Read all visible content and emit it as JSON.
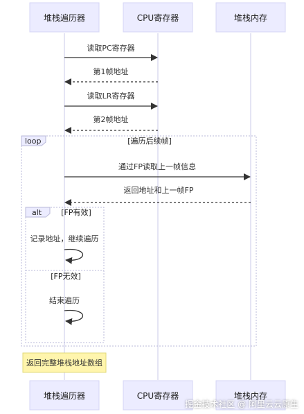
{
  "participants": [
    {
      "id": "walker",
      "label": "堆栈遍历器"
    },
    {
      "id": "cpu",
      "label": "CPU寄存器"
    },
    {
      "id": "mem",
      "label": "堆栈内存"
    }
  ],
  "messages": [
    {
      "label": "读取PC寄存器",
      "from": "walker",
      "to": "cpu",
      "style": "solid"
    },
    {
      "label": "第1帧地址",
      "from": "cpu",
      "to": "walker",
      "style": "dashed"
    },
    {
      "label": "读取LR寄存器",
      "from": "walker",
      "to": "cpu",
      "style": "solid"
    },
    {
      "label": "第2帧地址",
      "from": "cpu",
      "to": "walker",
      "style": "dashed"
    },
    {
      "label": "通过FP读取上一帧信息",
      "from": "walker",
      "to": "mem",
      "style": "solid"
    },
    {
      "label": "返回地址和上一帧FP",
      "from": "mem",
      "to": "walker",
      "style": "dashed"
    },
    {
      "label": "记录地址，继续遍历",
      "from": "walker",
      "to": "walker",
      "style": "self"
    },
    {
      "label": "结束遍历",
      "from": "walker",
      "to": "walker",
      "style": "self"
    }
  ],
  "loop": {
    "keyword": "loop",
    "condition": "[遍历后续帧]"
  },
  "alt": {
    "keyword": "alt",
    "condition1": "[FP有效]",
    "condition2": "[FP无效]"
  },
  "note": {
    "text": "返回完整堆栈地址数组"
  },
  "watermark": "掘金技术社区 @ 阿里云云原生",
  "colors": {
    "participant_fill": "#ECECFF",
    "participant_stroke": "#D5D5F5",
    "line": "#333333",
    "lifeline": "#C8C8E8",
    "note_fill": "#FFF5AD",
    "note_stroke": "#E0D97A",
    "frame_stroke": "#B9B9D9"
  }
}
